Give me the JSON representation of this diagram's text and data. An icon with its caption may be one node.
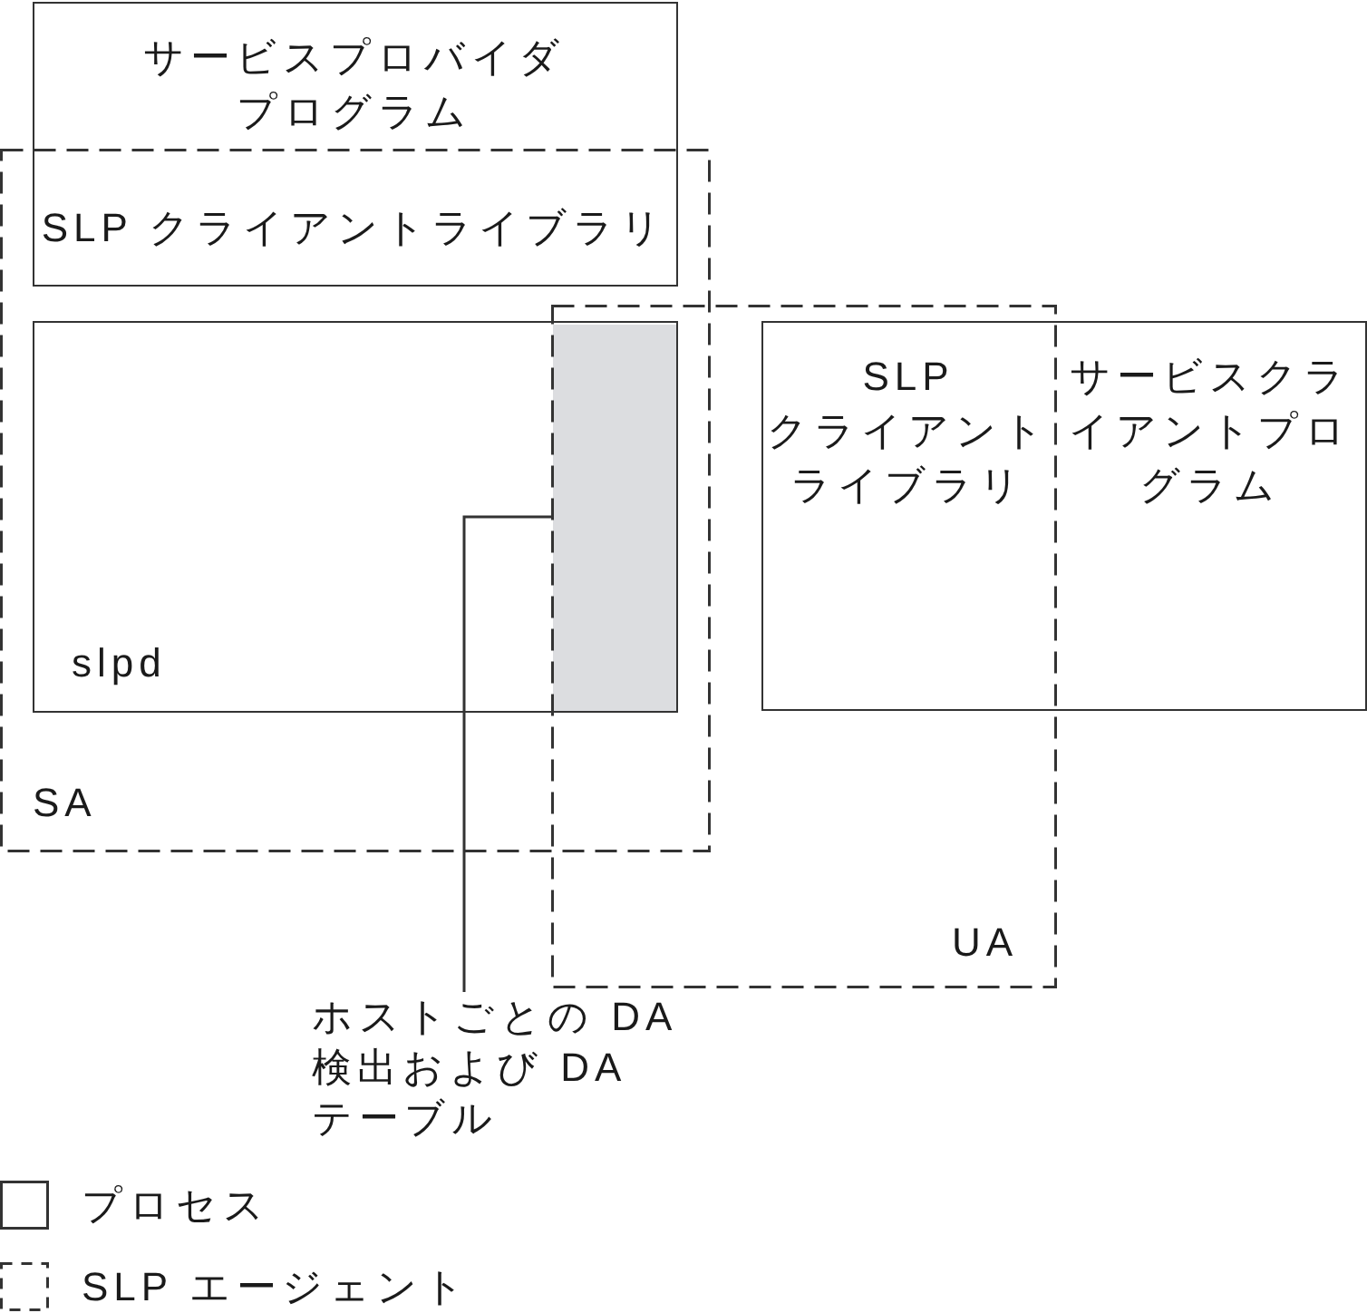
{
  "diagram": {
    "nodes": [
      {
        "text": [
          "サービスプロバイダプログラム",
          "SLP クライアントライブラリ"
        ]
      },
      {
        "text": [
          "SA"
        ]
      },
      {
        "text": [
          "slpd"
        ],
        "in": 1
      },
      {
        "text": [],
        "shape": "box"
      },
      {
        "text": [
          "UA"
        ]
      },
      {
        "text": [
          "SLP クライアントライブラリ",
          "サービスクライアントプログラム"
        ]
      },
      {
        "text": [
          "ホストごとの DA 検出および DA テーブル"
        ]
      }
    ],
    "edges": [
      {
        "from": 6,
        "to": 3,
        "arrow": "none"
      }
    ],
    "legend": [
      {
        "text": "プロセス"
      },
      {
        "text": "SLP エージェント"
      }
    ]
  }
}
